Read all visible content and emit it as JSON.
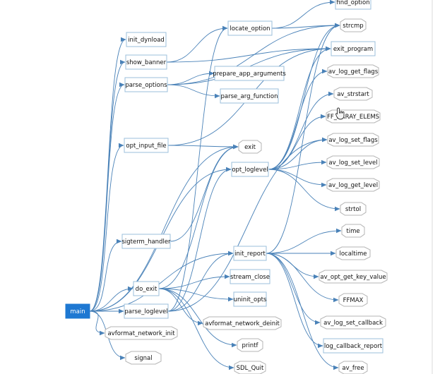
{
  "graph": {
    "nodes": [
      {
        "id": "main",
        "label": "main",
        "shape": "box",
        "selected": true
      },
      {
        "id": "init_dynload",
        "label": "init_dynload",
        "shape": "box"
      },
      {
        "id": "show_banner",
        "label": "show_banner",
        "shape": "box"
      },
      {
        "id": "parse_options",
        "label": "parse_options",
        "shape": "box"
      },
      {
        "id": "opt_input_file",
        "label": "opt_input_file",
        "shape": "box"
      },
      {
        "id": "sigterm_handler",
        "label": "sigterm_handler",
        "shape": "box"
      },
      {
        "id": "do_exit",
        "label": "do_exit",
        "shape": "box"
      },
      {
        "id": "parse_loglevel",
        "label": "parse_loglevel",
        "shape": "box"
      },
      {
        "id": "avformat_network_init",
        "label": "avformat_network_init",
        "shape": "octagon"
      },
      {
        "id": "signal",
        "label": "signal",
        "shape": "octagon"
      },
      {
        "id": "locate_option",
        "label": "locate_option",
        "shape": "box"
      },
      {
        "id": "prepare_app_arguments",
        "label": "prepare_app_arguments",
        "shape": "box"
      },
      {
        "id": "parse_arg_function",
        "label": "parse_arg_function",
        "shape": "box"
      },
      {
        "id": "exit",
        "label": "exit",
        "shape": "octagon"
      },
      {
        "id": "opt_loglevel",
        "label": "opt_loglevel",
        "shape": "box"
      },
      {
        "id": "init_report",
        "label": "init_report",
        "shape": "box"
      },
      {
        "id": "stream_close",
        "label": "stream_close",
        "shape": "box"
      },
      {
        "id": "uninit_opts",
        "label": "uninit_opts",
        "shape": "box"
      },
      {
        "id": "avformat_network_deinit",
        "label": "avformat_network_deinit",
        "shape": "octagon"
      },
      {
        "id": "printf",
        "label": "printf",
        "shape": "octagon"
      },
      {
        "id": "SDL_Quit",
        "label": "SDL_Quit",
        "shape": "octagon"
      },
      {
        "id": "find_option",
        "label": "find_option",
        "shape": "box"
      },
      {
        "id": "strcmp",
        "label": "strcmp",
        "shape": "octagon"
      },
      {
        "id": "exit_program",
        "label": "exit_program",
        "shape": "box"
      },
      {
        "id": "av_log_get_flags",
        "label": "av_log_get_flags",
        "shape": "octagon"
      },
      {
        "id": "av_strstart",
        "label": "av_strstart",
        "shape": "octagon"
      },
      {
        "id": "FF_ARRAY_ELEMS",
        "label": "FF_ARRAY_ELEMS",
        "shape": "octagon"
      },
      {
        "id": "av_log_set_flags",
        "label": "av_log_set_flags",
        "shape": "octagon"
      },
      {
        "id": "av_log_set_level",
        "label": "av_log_set_level",
        "shape": "octagon"
      },
      {
        "id": "av_log_get_level",
        "label": "av_log_get_level",
        "shape": "octagon"
      },
      {
        "id": "strtol",
        "label": "strtol",
        "shape": "octagon"
      },
      {
        "id": "time",
        "label": "time",
        "shape": "octagon"
      },
      {
        "id": "localtime",
        "label": "localtime",
        "shape": "octagon"
      },
      {
        "id": "av_opt_get_key_value",
        "label": "av_opt_get_key_value",
        "shape": "octagon"
      },
      {
        "id": "FFMAX",
        "label": "FFMAX",
        "shape": "octagon"
      },
      {
        "id": "av_log_set_callback",
        "label": "av_log_set_callback",
        "shape": "octagon"
      },
      {
        "id": "log_callback_report",
        "label": "log_callback_report",
        "shape": "box"
      },
      {
        "id": "av_free",
        "label": "av_free",
        "shape": "octagon"
      }
    ],
    "edges": [
      [
        "main",
        "init_dynload"
      ],
      [
        "main",
        "show_banner"
      ],
      [
        "main",
        "parse_options"
      ],
      [
        "main",
        "opt_input_file"
      ],
      [
        "main",
        "sigterm_handler"
      ],
      [
        "main",
        "do_exit"
      ],
      [
        "main",
        "parse_loglevel"
      ],
      [
        "main",
        "avformat_network_init"
      ],
      [
        "main",
        "signal"
      ],
      [
        "main",
        "exit"
      ],
      [
        "main",
        "opt_loglevel"
      ],
      [
        "main",
        "init_report"
      ],
      [
        "show_banner",
        "exit_program"
      ],
      [
        "show_banner",
        "locate_option"
      ],
      [
        "parse_options",
        "prepare_app_arguments"
      ],
      [
        "parse_options",
        "parse_arg_function"
      ],
      [
        "parse_options",
        "exit_program"
      ],
      [
        "parse_options",
        "strcmp"
      ],
      [
        "opt_input_file",
        "exit"
      ],
      [
        "opt_input_file",
        "exit_program"
      ],
      [
        "sigterm_handler",
        "exit"
      ],
      [
        "do_exit",
        "stream_close"
      ],
      [
        "do_exit",
        "uninit_opts"
      ],
      [
        "do_exit",
        "avformat_network_deinit"
      ],
      [
        "do_exit",
        "printf"
      ],
      [
        "do_exit",
        "SDL_Quit"
      ],
      [
        "do_exit",
        "exit"
      ],
      [
        "parse_loglevel",
        "locate_option"
      ],
      [
        "parse_loglevel",
        "opt_loglevel"
      ],
      [
        "parse_loglevel",
        "init_report"
      ],
      [
        "parse_loglevel",
        "av_log_set_flags"
      ],
      [
        "locate_option",
        "find_option"
      ],
      [
        "locate_option",
        "strcmp"
      ],
      [
        "opt_loglevel",
        "strcmp"
      ],
      [
        "opt_loglevel",
        "exit_program"
      ],
      [
        "opt_loglevel",
        "av_log_get_flags"
      ],
      [
        "opt_loglevel",
        "av_strstart"
      ],
      [
        "opt_loglevel",
        "FF_ARRAY_ELEMS"
      ],
      [
        "opt_loglevel",
        "av_log_set_flags"
      ],
      [
        "opt_loglevel",
        "av_log_set_level"
      ],
      [
        "opt_loglevel",
        "av_log_get_level"
      ],
      [
        "opt_loglevel",
        "strtol"
      ],
      [
        "init_report",
        "time"
      ],
      [
        "init_report",
        "localtime"
      ],
      [
        "init_report",
        "av_opt_get_key_value"
      ],
      [
        "init_report",
        "FFMAX"
      ],
      [
        "init_report",
        "av_log_set_callback"
      ],
      [
        "init_report",
        "log_callback_report"
      ],
      [
        "init_report",
        "av_free"
      ],
      [
        "init_report",
        "strcmp"
      ]
    ]
  },
  "colors": {
    "edge": "#4a82b8",
    "box_border": "#9bbfdb",
    "octagon_border": "#b4b4b4",
    "selected_fill": "#1e78d2",
    "label": "#111111"
  }
}
